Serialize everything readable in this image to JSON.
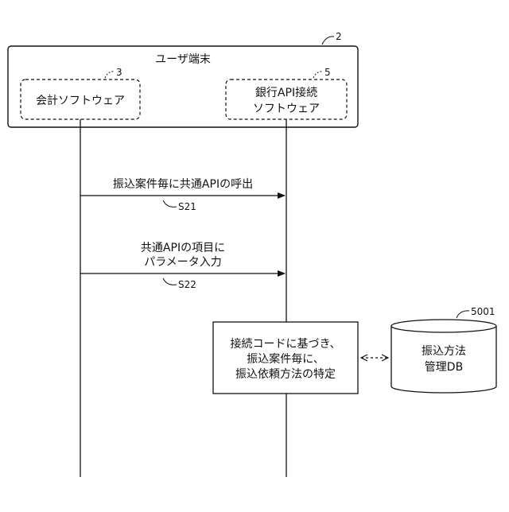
{
  "user_terminal": {
    "label": "ユーザ端末",
    "ref": "2"
  },
  "accounting_software": {
    "label": "会計ソフトウェア",
    "ref": "3"
  },
  "bank_api_software": {
    "label_line1": "銀行API接続",
    "label_line2": "ソフトウェア",
    "ref": "5"
  },
  "messages": [
    {
      "label_lines": [
        "振込案件毎に共通APIの呼出"
      ],
      "step": "S21"
    },
    {
      "label_lines": [
        "共通APIの項目に",
        "パラメータ入力"
      ],
      "step": "S22"
    }
  ],
  "process_box": {
    "lines": [
      "接続コードに基づき、",
      "振込案件毎に、",
      "振込依頼方法の特定"
    ]
  },
  "database": {
    "lines": [
      "振込方法",
      "管理DB"
    ],
    "ref": "5001"
  }
}
